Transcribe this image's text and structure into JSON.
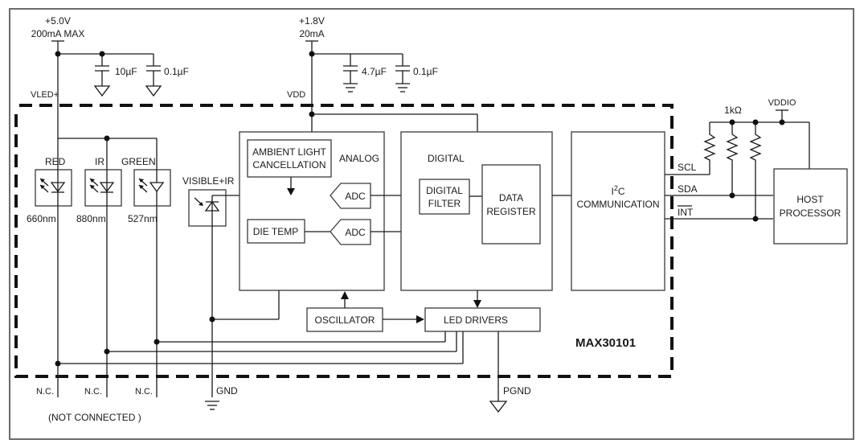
{
  "diagram": {
    "chip_name": "MAX30101",
    "supplies": {
      "vled": {
        "voltage": "+5.0V",
        "current": "200mA MAX",
        "pin": "VLED+",
        "caps": [
          "10µF",
          "0.1µF"
        ]
      },
      "vdd": {
        "voltage": "+1.8V",
        "current": "20mA",
        "pin": "VDD",
        "caps": [
          "4.7µF",
          "0.1µF"
        ]
      },
      "vddio": {
        "pin": "VDDIO",
        "pullup": "1kΩ"
      }
    },
    "leds": [
      {
        "name": "RED",
        "wavelength": "660nm"
      },
      {
        "name": "IR",
        "wavelength": "880nm"
      },
      {
        "name": "GREEN",
        "wavelength": "527nm"
      }
    ],
    "photodiode": {
      "name": "VISIBLE+IR"
    },
    "blocks": {
      "analog": "ANALOG",
      "ambient_light_1": "AMBIENT LIGHT",
      "ambient_light_2": "CANCELLATION",
      "adc1": "ADC",
      "adc2": "ADC",
      "die_temp": "DIE TEMP",
      "digital": "DIGITAL",
      "digital_filter_1": "DIGITAL",
      "digital_filter_2": "FILTER",
      "data_register_1": "DATA",
      "data_register_2": "REGISTER",
      "i2c_1": "I",
      "i2c_sup": "2",
      "i2c_2": "C",
      "i2c_3": "COMMUNICATION",
      "oscillator": "OSCILLATOR",
      "led_drivers": "LED DRIVERS",
      "host_1": "HOST",
      "host_2": "PROCESSOR"
    },
    "signals": {
      "scl": "SCL",
      "sda": "SDA",
      "int": "INT"
    },
    "pins_bottom": {
      "nc": "N.C.",
      "nc_note": "(NOT CONNECTED )",
      "gnd": "GND",
      "pgnd": "PGND"
    }
  }
}
